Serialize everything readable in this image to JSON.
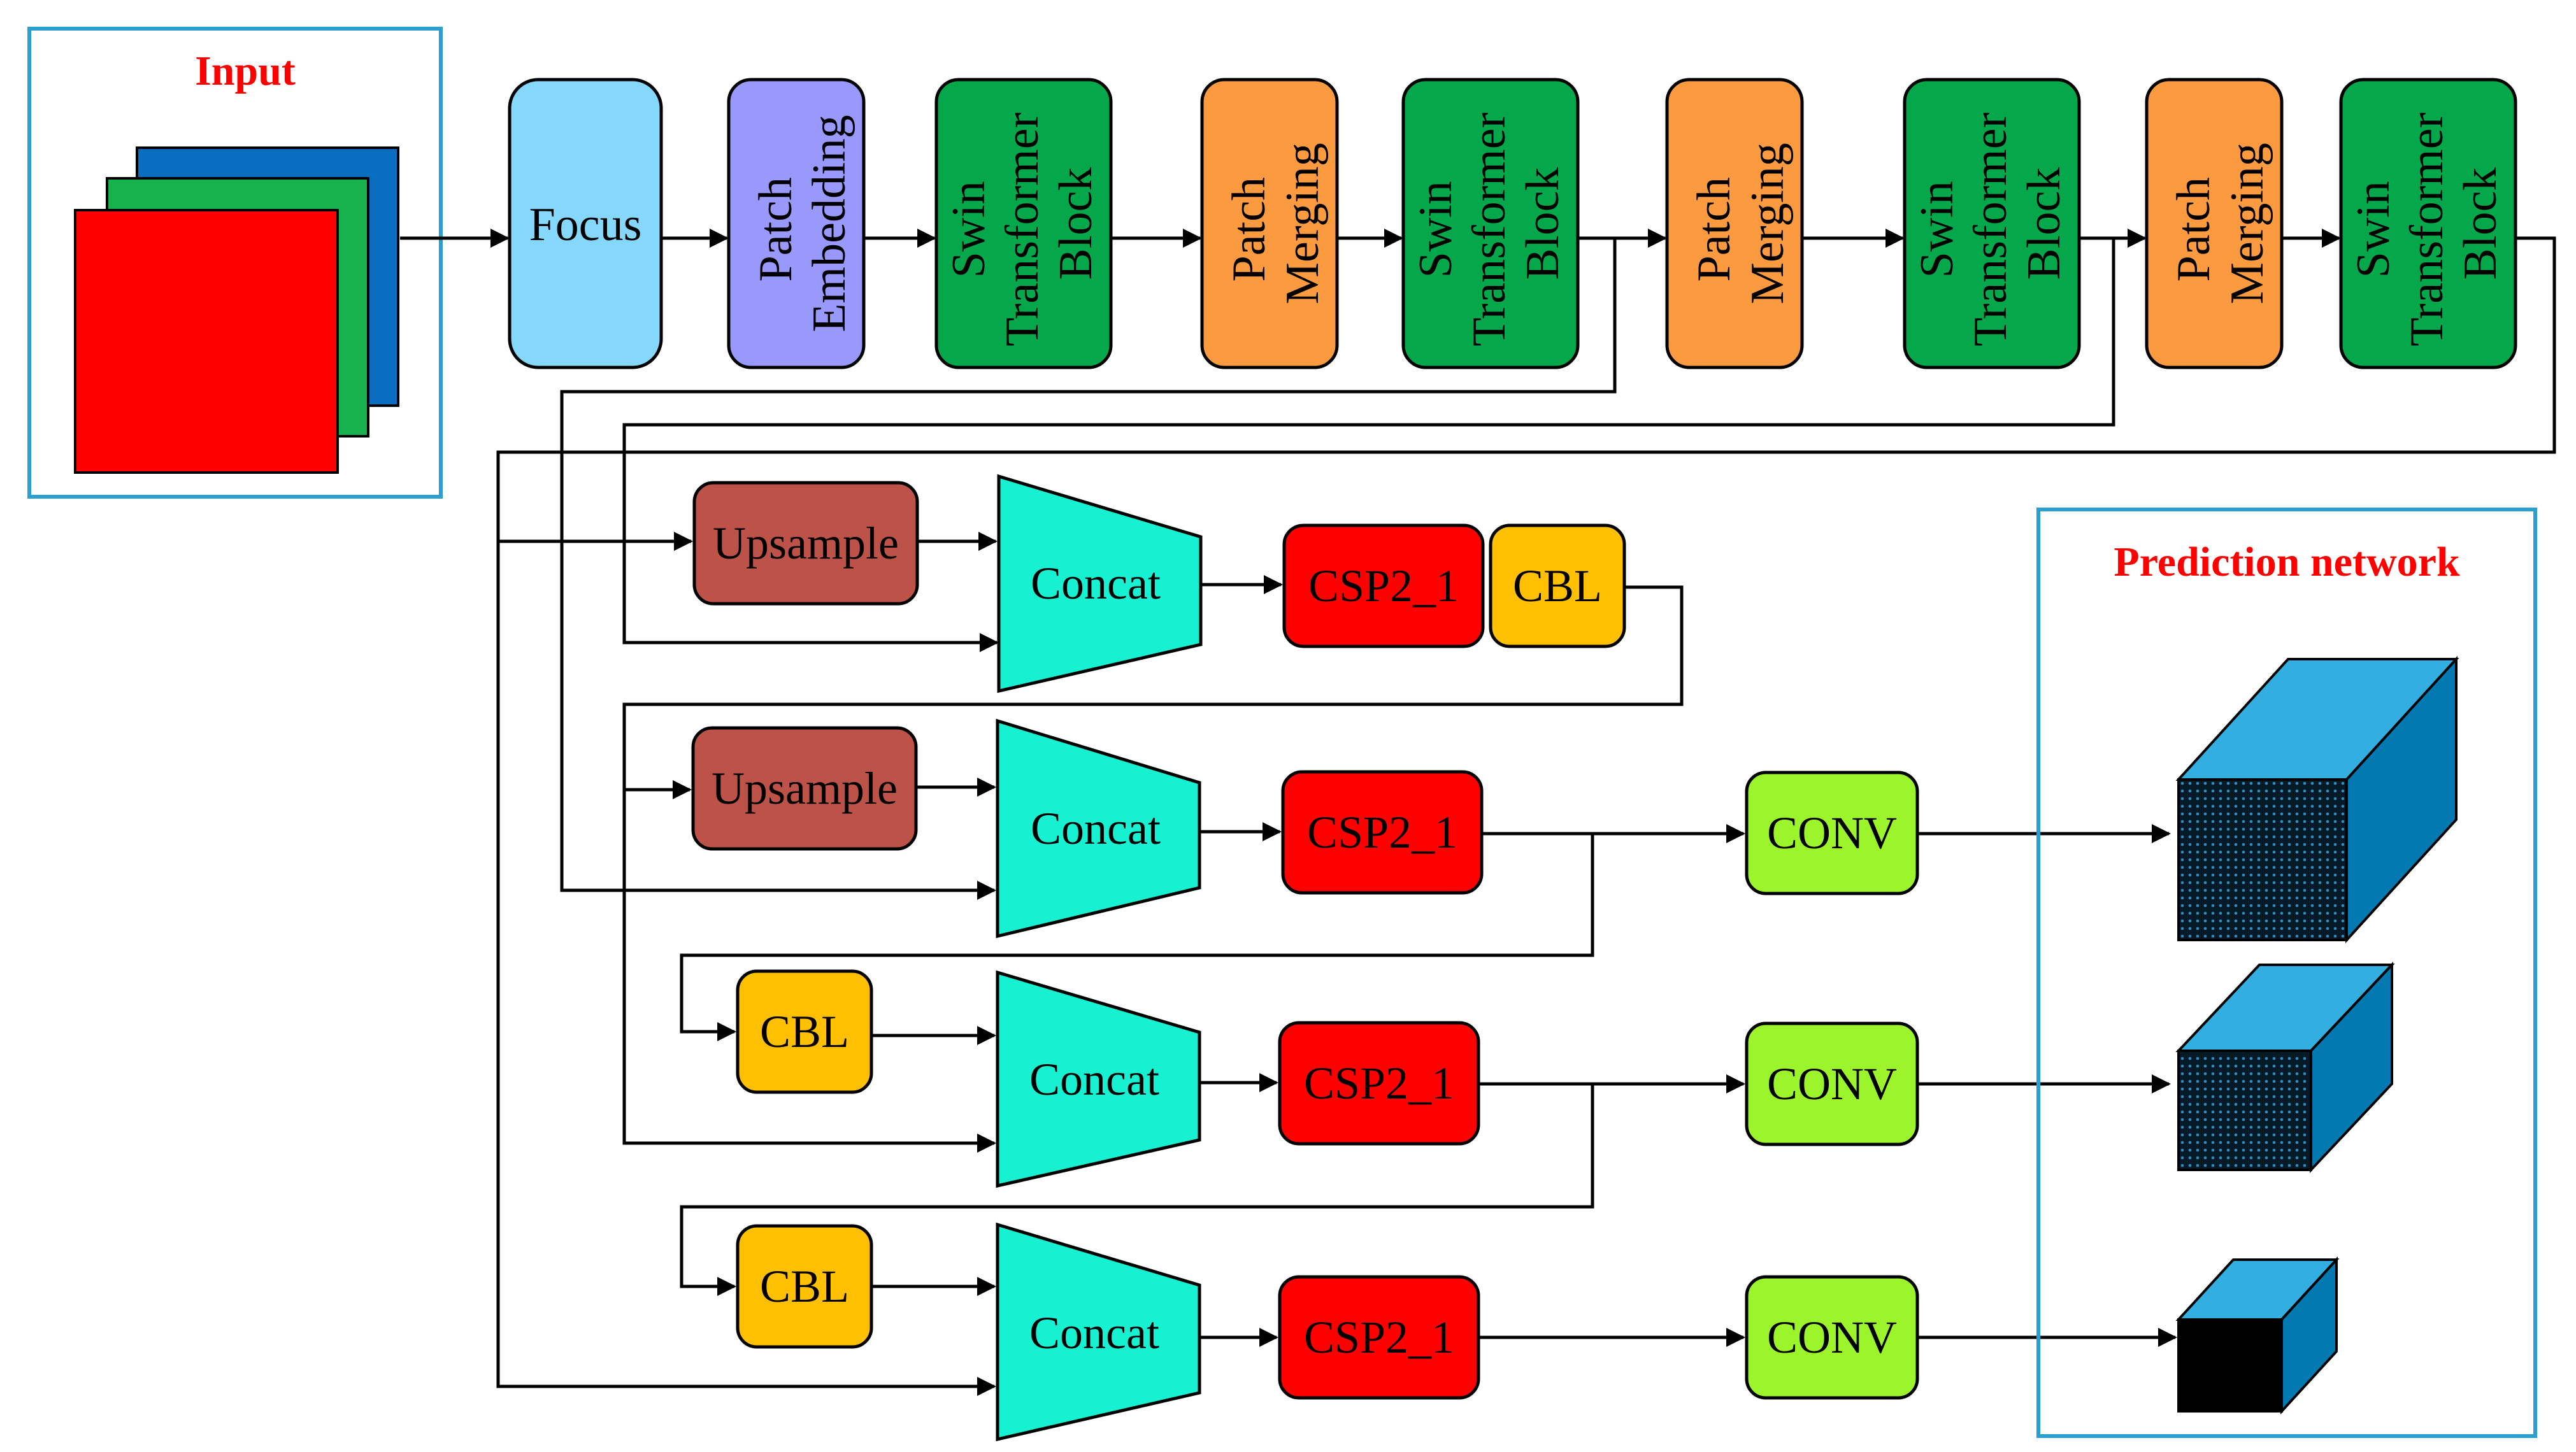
{
  "input": {
    "title": "Input"
  },
  "prediction": {
    "title": "Prediction network"
  },
  "backbone": {
    "focus": "Focus",
    "patch_embedding": [
      "Patch",
      "Embedding"
    ],
    "swin_block": [
      "Swin",
      "Transformer",
      "Block"
    ],
    "patch_merging": [
      "Patch",
      "Merging"
    ]
  },
  "neck": {
    "upsample": "Upsample",
    "concat": "Concat",
    "csp": "CSP2_1",
    "cbl": "CBL",
    "conv": "CONV"
  },
  "colors": {
    "focus": "#85d7fb",
    "patch_embedding": "#9999fb",
    "swin": "#04a84a",
    "patch_merging": "#fb9a3e",
    "upsample": "#bd5249",
    "concat": "#16f1d2",
    "csp": "#fe0000",
    "cbl": "#ffc001",
    "conv": "#9cf42b",
    "frame": "#2a9fd0",
    "title": "#ff0000",
    "cube_front": "#0a2a3c",
    "cube_top": "#33aee0",
    "cube_side": "#0279b1",
    "layer_blue": "#0a6ec0",
    "layer_green": "#17b14e",
    "layer_red": "#fe0000"
  }
}
